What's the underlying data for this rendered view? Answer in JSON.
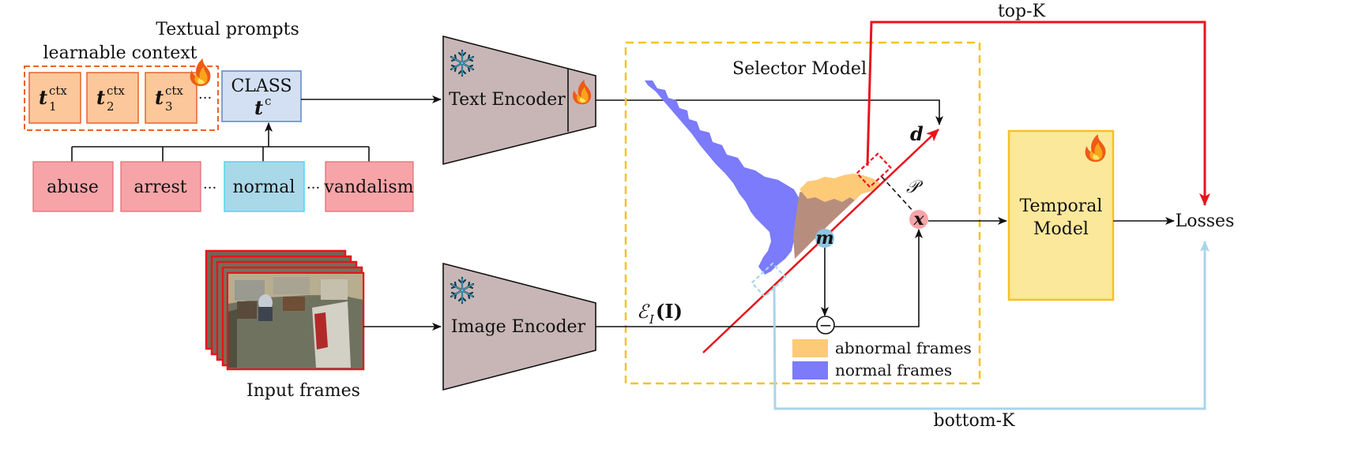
{
  "colors": {
    "red_arrow": "#e8141c",
    "blue_arrow": "#a9d5e8",
    "abnormal": "#fdca78",
    "normal": "#7b7bfb",
    "encoder_fill": "#c8b6b6",
    "ctx_box": "#fcc79b",
    "class_box": "#d3e0f3",
    "category_red": "#f7a4a8",
    "category_blue": "#a9d8e9",
    "temporal": "#fbe89b",
    "selector_border": "#f4c321",
    "context_border": "#e5652b"
  },
  "prompts": {
    "title": "Textual prompts",
    "context_label": "learnable context",
    "ctx_tokens": [
      {
        "base": "t",
        "sup": "ctx",
        "sub": "1"
      },
      {
        "base": "t",
        "sup": "ctx",
        "sub": "2"
      },
      {
        "base": "t",
        "sup": "ctx",
        "sub": "3"
      }
    ],
    "ellipsis": "···",
    "class_label": "CLASS",
    "class_token": {
      "base": "t",
      "sup": "c"
    }
  },
  "categories": {
    "items": [
      "abuse",
      "arrest",
      "normal",
      "vandalism"
    ],
    "ellipsis": "···"
  },
  "encoders": {
    "text": "Text Encoder",
    "image": "Image Encoder"
  },
  "frames": {
    "label": "Input frames"
  },
  "selector": {
    "title": "Selector Model",
    "direction": "d",
    "projection": "𝒫",
    "mean": "m",
    "point": "x",
    "minus": "−",
    "embedding": "ℰ",
    "embedding_sub": "I",
    "embedding_arg": "(I)"
  },
  "legend": {
    "abnormal": "abnormal frames",
    "normal": "normal frames"
  },
  "temporal": {
    "line1": "Temporal",
    "line2": "Model"
  },
  "losses": "Losses",
  "topk": "top-K",
  "bottomk": "bottom-K",
  "icons": [
    "snowflake-icon",
    "flame-icon"
  ]
}
